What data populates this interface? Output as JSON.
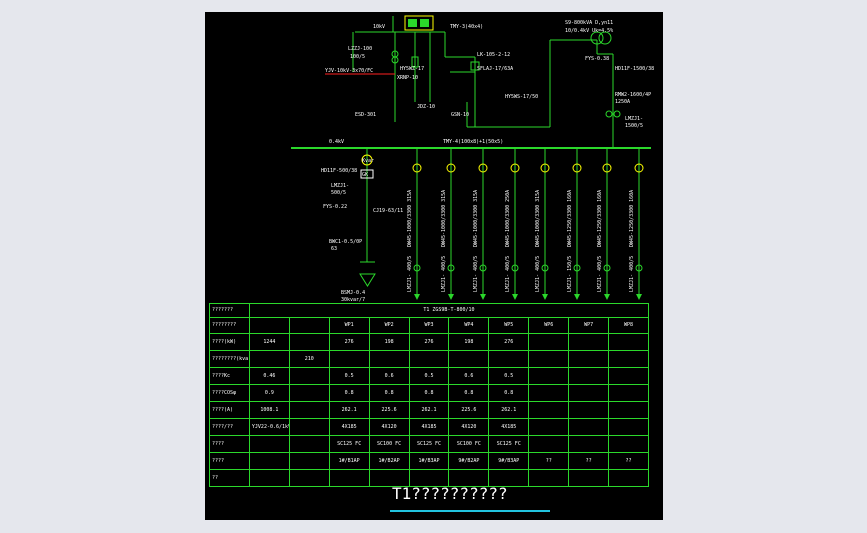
{
  "labels": {
    "hv_voltage": "10kV",
    "hv_panel": "TMY-3(40x4)",
    "ct_hv": "LZZJ-100",
    "ct_hv_ratio": "100/5",
    "cable_in": "YJV-10kV-3x70/FC",
    "arrester": "HY5WZ-17",
    "fuse": "XRNP-10",
    "pt": "JDZ-10",
    "load_switch": "LK-105-2-12",
    "fuse2": "SFLAJ-17/63A",
    "arrester2": "HY5WS-17/50",
    "esd": "ESD-301",
    "esg": "GSN-10",
    "transformer": "S9-800kVA D,yn11",
    "trans_ratio": "10/0.4kV Uk=4.5%",
    "arr_lv": "FYS-0.38",
    "mcb_main": "HD11F-1500/38",
    "acb_main": "RMW2-1600/4P",
    "acb_rating": "1250A",
    "ct_main": "LMZJ1-",
    "ct_main_ratio": "1500/5",
    "lv_voltage": "0.4kV",
    "lv_bus": "TMY-4(100x8)+1(50x5)",
    "mcb_cap": "HD11F-500/38",
    "ct_cap": "LMZJ1-",
    "ct_cap_ratio": "500/5",
    "arr_cap": "FYS-0.22",
    "cap_contact": "CJ19-63/11",
    "reactor": "BWC1-0.5/0P",
    "reactor_val": "63",
    "capacitor": "BSMJ-0.4",
    "capacitor_val": "30kvar/7",
    "meter_tag": "Kvar",
    "gk_tag": "GK"
  },
  "feeders": [
    {
      "breaker": "DW45-1000/3300",
      "setting": "315A",
      "ct": "LMZJ1-",
      "ct_ratio": "400/5"
    },
    {
      "breaker": "DW45-1000/3300",
      "setting": "315A",
      "ct": "LMZJ1-",
      "ct_ratio": "400/5"
    },
    {
      "breaker": "DW45-1000/3300",
      "setting": "315A",
      "ct": "LMZJ1-",
      "ct_ratio": "400/5"
    },
    {
      "breaker": "DW45-1000/3300",
      "setting": "250A",
      "ct": "LMZJ1-",
      "ct_ratio": "400/5"
    },
    {
      "breaker": "DW45-1000/3300",
      "setting": "315A",
      "ct": "LMZJ1-",
      "ct_ratio": "400/5"
    },
    {
      "breaker": "DW45-1250/3300",
      "setting": "160A",
      "ct": "LMZJ1-",
      "ct_ratio": "150/5"
    },
    {
      "breaker": "DW45-1250/3300",
      "setting": "160A",
      "ct": "LMZJ1-",
      "ct_ratio": "400/5"
    },
    {
      "breaker": "DW45-1250/3300",
      "setting": "160A",
      "ct": "LMZJ1-",
      "ct_ratio": "400/5"
    }
  ],
  "table": {
    "rows": [
      [
        "???????",
        "T1 ZGS9B-T-800/10",
        "",
        "",
        "",
        "",
        "",
        "",
        "",
        ""
      ],
      [
        "????????",
        "",
        "",
        "WP1",
        "WP2",
        "WP3",
        "WP4",
        "WP5",
        "WP6",
        "WP7",
        "WP8"
      ],
      [
        "????(kW)",
        "1244",
        "",
        "276",
        "198",
        "276",
        "198",
        "276",
        "",
        "",
        ""
      ],
      [
        "????????(kvar)",
        "",
        "210",
        "",
        "",
        "",
        "",
        "",
        "",
        "",
        ""
      ],
      [
        "????Kc",
        "0.46",
        "",
        "0.5",
        "0.6",
        "0.5",
        "0.6",
        "0.5",
        "",
        "",
        ""
      ],
      [
        "????COSφ",
        "0.9",
        "",
        "0.8",
        "0.8",
        "0.8",
        "0.8",
        "0.8",
        "",
        "",
        ""
      ],
      [
        "????(A)",
        "1008.1",
        "",
        "262.1",
        "225.6",
        "262.1",
        "225.6",
        "262.1",
        "",
        "",
        ""
      ],
      [
        "????/??",
        "YJV22-0.6/1kV",
        "",
        "4X185",
        "4X120",
        "4X185",
        "4X120",
        "4X185",
        "",
        "",
        ""
      ],
      [
        "????",
        "",
        "",
        "SC125 FC",
        "SC100 FC",
        "SC125 FC",
        "SC100 FC",
        "SC125 FC",
        "",
        "",
        ""
      ],
      [
        "????",
        "",
        "",
        "1#/B1AP",
        "1#/B2AP",
        "1#/B3AP",
        "9#/B2AP",
        "9#/B3AP",
        "??",
        "??",
        "??"
      ],
      [
        "??",
        "",
        "",
        "",
        "",
        "",
        "",
        "",
        "",
        "",
        ""
      ]
    ]
  },
  "title": "T1??????????",
  "colors": {
    "line": "#2bd82b",
    "text": "#ffffff",
    "accent_red": "#ff2020",
    "highlight": "#ffff00",
    "title_line": "#22c4e0"
  }
}
